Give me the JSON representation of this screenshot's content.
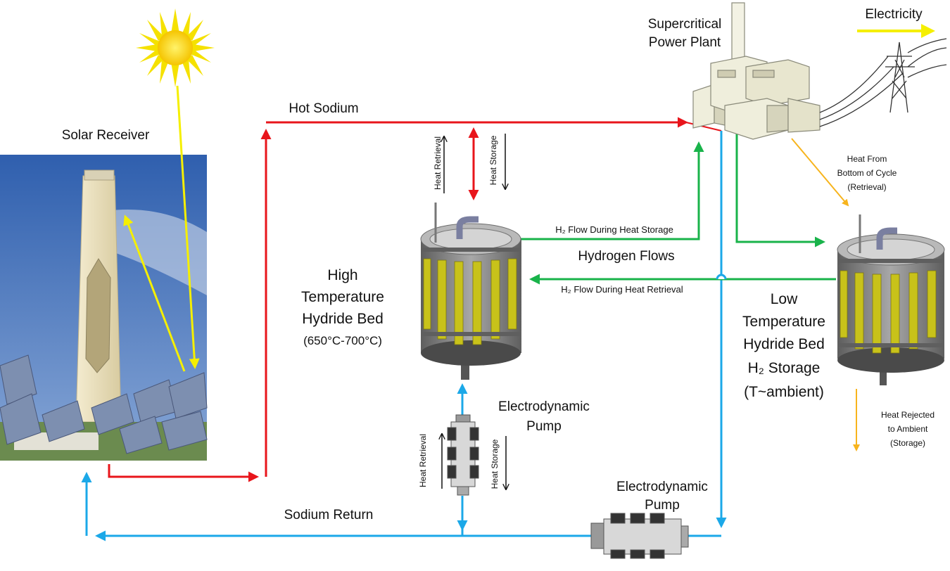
{
  "labels": {
    "solar_receiver": "Solar Receiver",
    "hot_sodium": "Hot Sodium",
    "power_plant_line1": "Supercritical",
    "power_plant_line2": "Power Plant",
    "electricity": "Electricity",
    "heat_retrieval": "Heat Retrieval",
    "heat_storage": "Heat Storage",
    "h2_flow_storage": "H₂ Flow During Heat Storage",
    "hydrogen_flows": "Hydrogen Flows",
    "h2_flow_retrieval": "H₂ Flow During Heat Retrieval",
    "high_bed_line1": "High",
    "high_bed_line2": "Temperature",
    "high_bed_line3": "Hydride Bed",
    "high_bed_line4": "(650°C-700°C)",
    "low_bed_line1": "Low",
    "low_bed_line2": "Temperature",
    "low_bed_line3": "Hydride Bed",
    "low_bed_line4": "H₂ Storage",
    "low_bed_line5": "(T~ambient)",
    "heat_from_bottom_line1": "Heat From",
    "heat_from_bottom_line2": "Bottom of Cycle",
    "heat_from_bottom_line3": "(Retrieval)",
    "heat_rejected_line1": "Heat Rejected",
    "heat_rejected_line2": "to Ambient",
    "heat_rejected_line3": "(Storage)",
    "pump1_line1": "Electrodynamic",
    "pump1_line2": "Pump",
    "pump2_line1": "Electrodynamic",
    "pump2_line2": "Pump",
    "sodium_return": "Sodium Return"
  },
  "colors": {
    "hot_sodium": "#e8151b",
    "cold_sodium": "#1ba8e8",
    "hydrogen": "#19b34a",
    "solar": "#f5ef00",
    "heat": "#f7b41d",
    "electricity": "#f5ef00",
    "sky": "#3e6fb8",
    "tower": "#e9dfbd",
    "bed_gold": "#c8c21a",
    "bed_grey": "#8e8e8e"
  },
  "icons": {
    "sun": "sun-icon",
    "tower": "solar-tower-image",
    "plant": "power-plant-icon",
    "pylon": "power-pylon-icon",
    "bed": "hydride-bed-icon",
    "pump": "pump-icon"
  }
}
